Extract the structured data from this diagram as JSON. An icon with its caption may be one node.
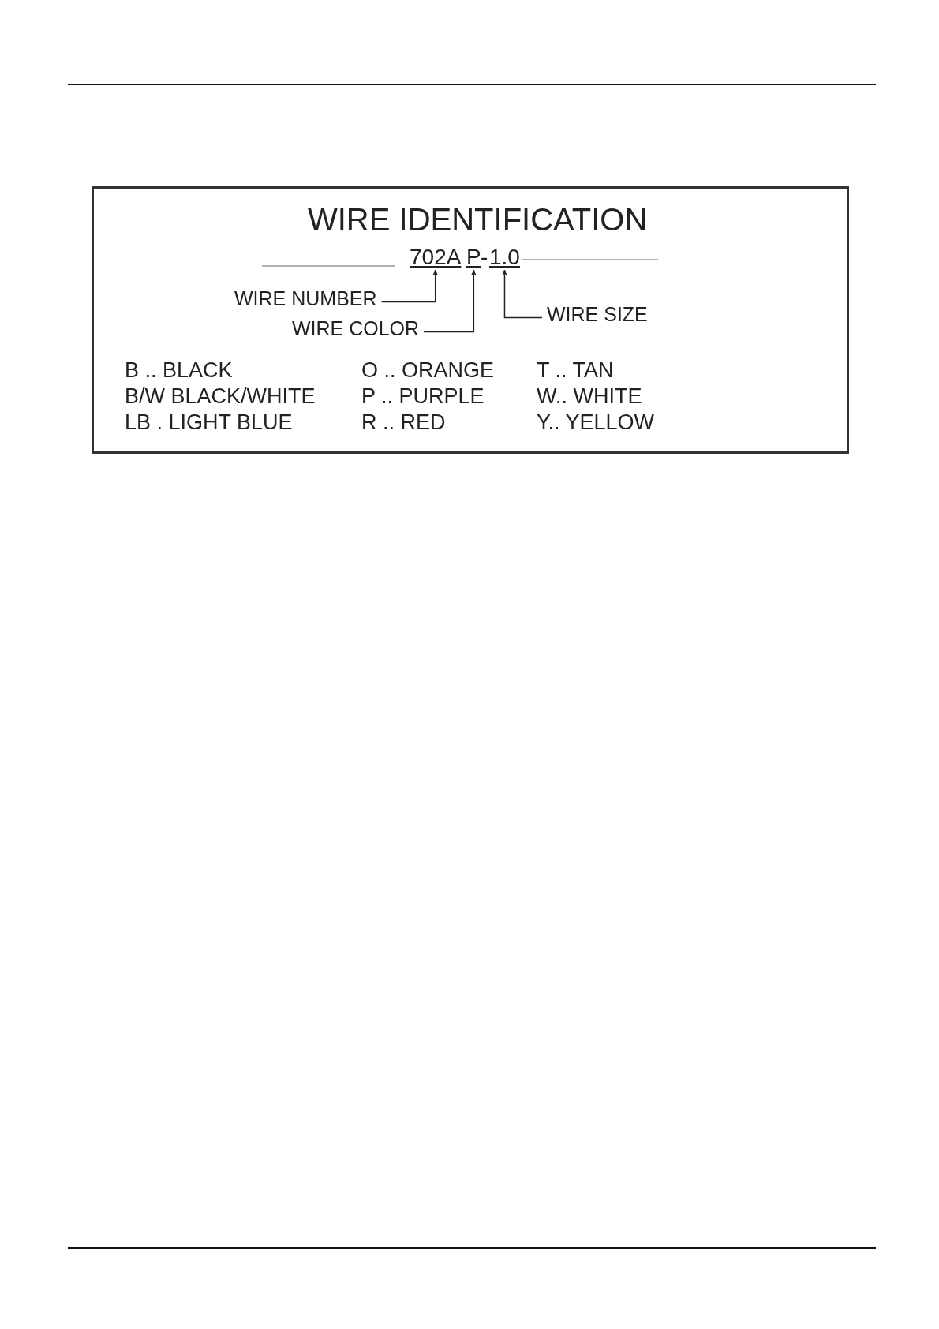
{
  "diagram": {
    "title": "WIRE IDENTIFICATION",
    "nodes": [
      {
        "text": [
          "702A"
        ]
      },
      {
        "text": [
          "P"
        ]
      },
      {
        "text": [
          "1.0"
        ]
      },
      {
        "text": [
          "WIRE NUMBER"
        ]
      },
      {
        "text": [
          "WIRE COLOR"
        ]
      },
      {
        "text": [
          "WIRE SIZE"
        ]
      }
    ],
    "edges": [
      {
        "from": 3,
        "to": 0,
        "arrow": "to"
      },
      {
        "from": 4,
        "to": 1,
        "arrow": "to"
      },
      {
        "from": 5,
        "to": 2,
        "arrow": "to"
      }
    ],
    "labels": [
      "-",
      "B .. BLACK",
      "O .. ORANGE",
      "T .. TAN",
      "B/W BLACK/WHITE",
      "P .. PURPLE",
      "W.. WHITE",
      "LB . LIGHT BLUE",
      "R .. RED",
      "Y.. YELLOW"
    ]
  }
}
